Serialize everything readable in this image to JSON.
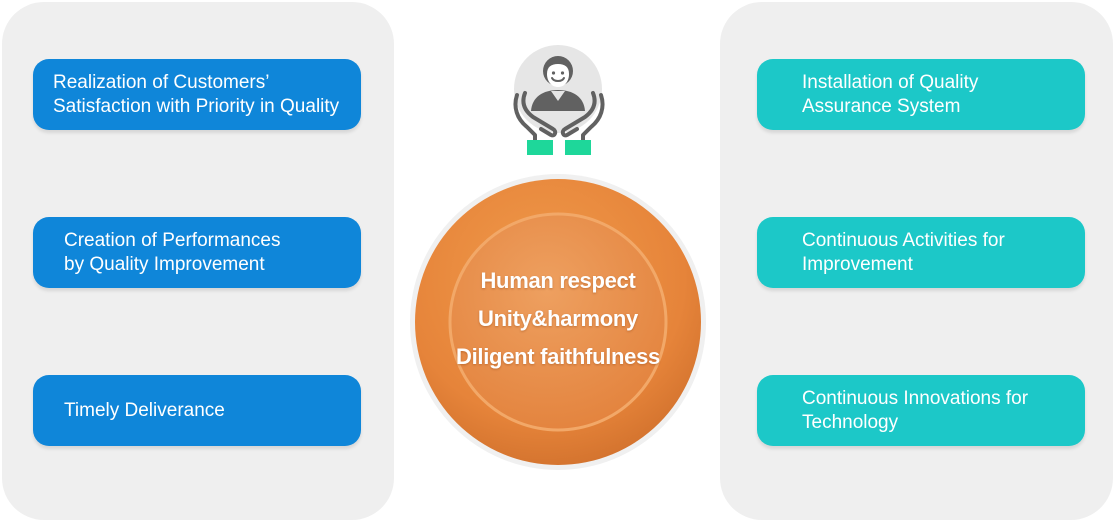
{
  "left_panel": {
    "items": [
      {
        "lines": [
          "Realization of Customers’",
          "Satisfaction with Priority in Quality"
        ]
      },
      {
        "lines": [
          "Creation of Performances",
          "by Quality Improvement"
        ]
      },
      {
        "lines": [
          "Timely Deliverance"
        ]
      }
    ]
  },
  "right_panel": {
    "items": [
      {
        "lines": [
          "Installation of Quality",
          "Assurance System"
        ]
      },
      {
        "lines": [
          "Continuous Activities for",
          "Improvement"
        ]
      },
      {
        "lines": [
          "Continuous Innovations for",
          "Technology"
        ]
      }
    ]
  },
  "core": {
    "lines": [
      "Human respect",
      "Unity&harmony",
      "Diligent faithfulness"
    ]
  },
  "icon": "person-with-caring-hands-icon",
  "colors": {
    "panel_bg": "#efefef",
    "left_pill": "#0f86d9",
    "right_pill": "#1cc8c8",
    "circle_orange": "#e8883a",
    "hand_green": "#1ed79a",
    "icon_gray": "#616161"
  }
}
